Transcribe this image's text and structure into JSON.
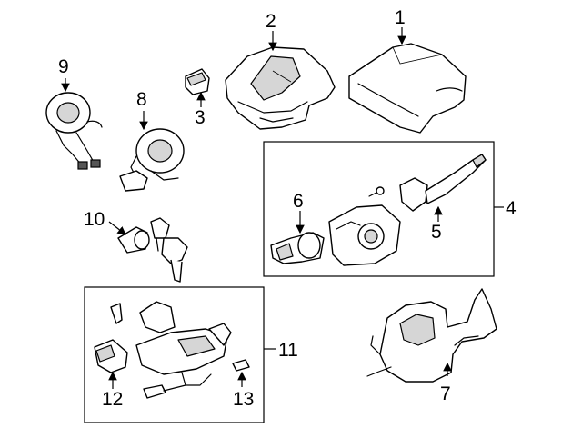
{
  "callouts": {
    "c1": "1",
    "c2": "2",
    "c3": "3",
    "c4": "4",
    "c5": "5",
    "c6": "6",
    "c7": "7",
    "c8": "8",
    "c9": "9",
    "c10": "10",
    "c11": "11",
    "c12": "12",
    "c13": "13"
  },
  "colors": {
    "line": "#000000",
    "shade": "#d6d6d6",
    "background": "#ffffff"
  }
}
